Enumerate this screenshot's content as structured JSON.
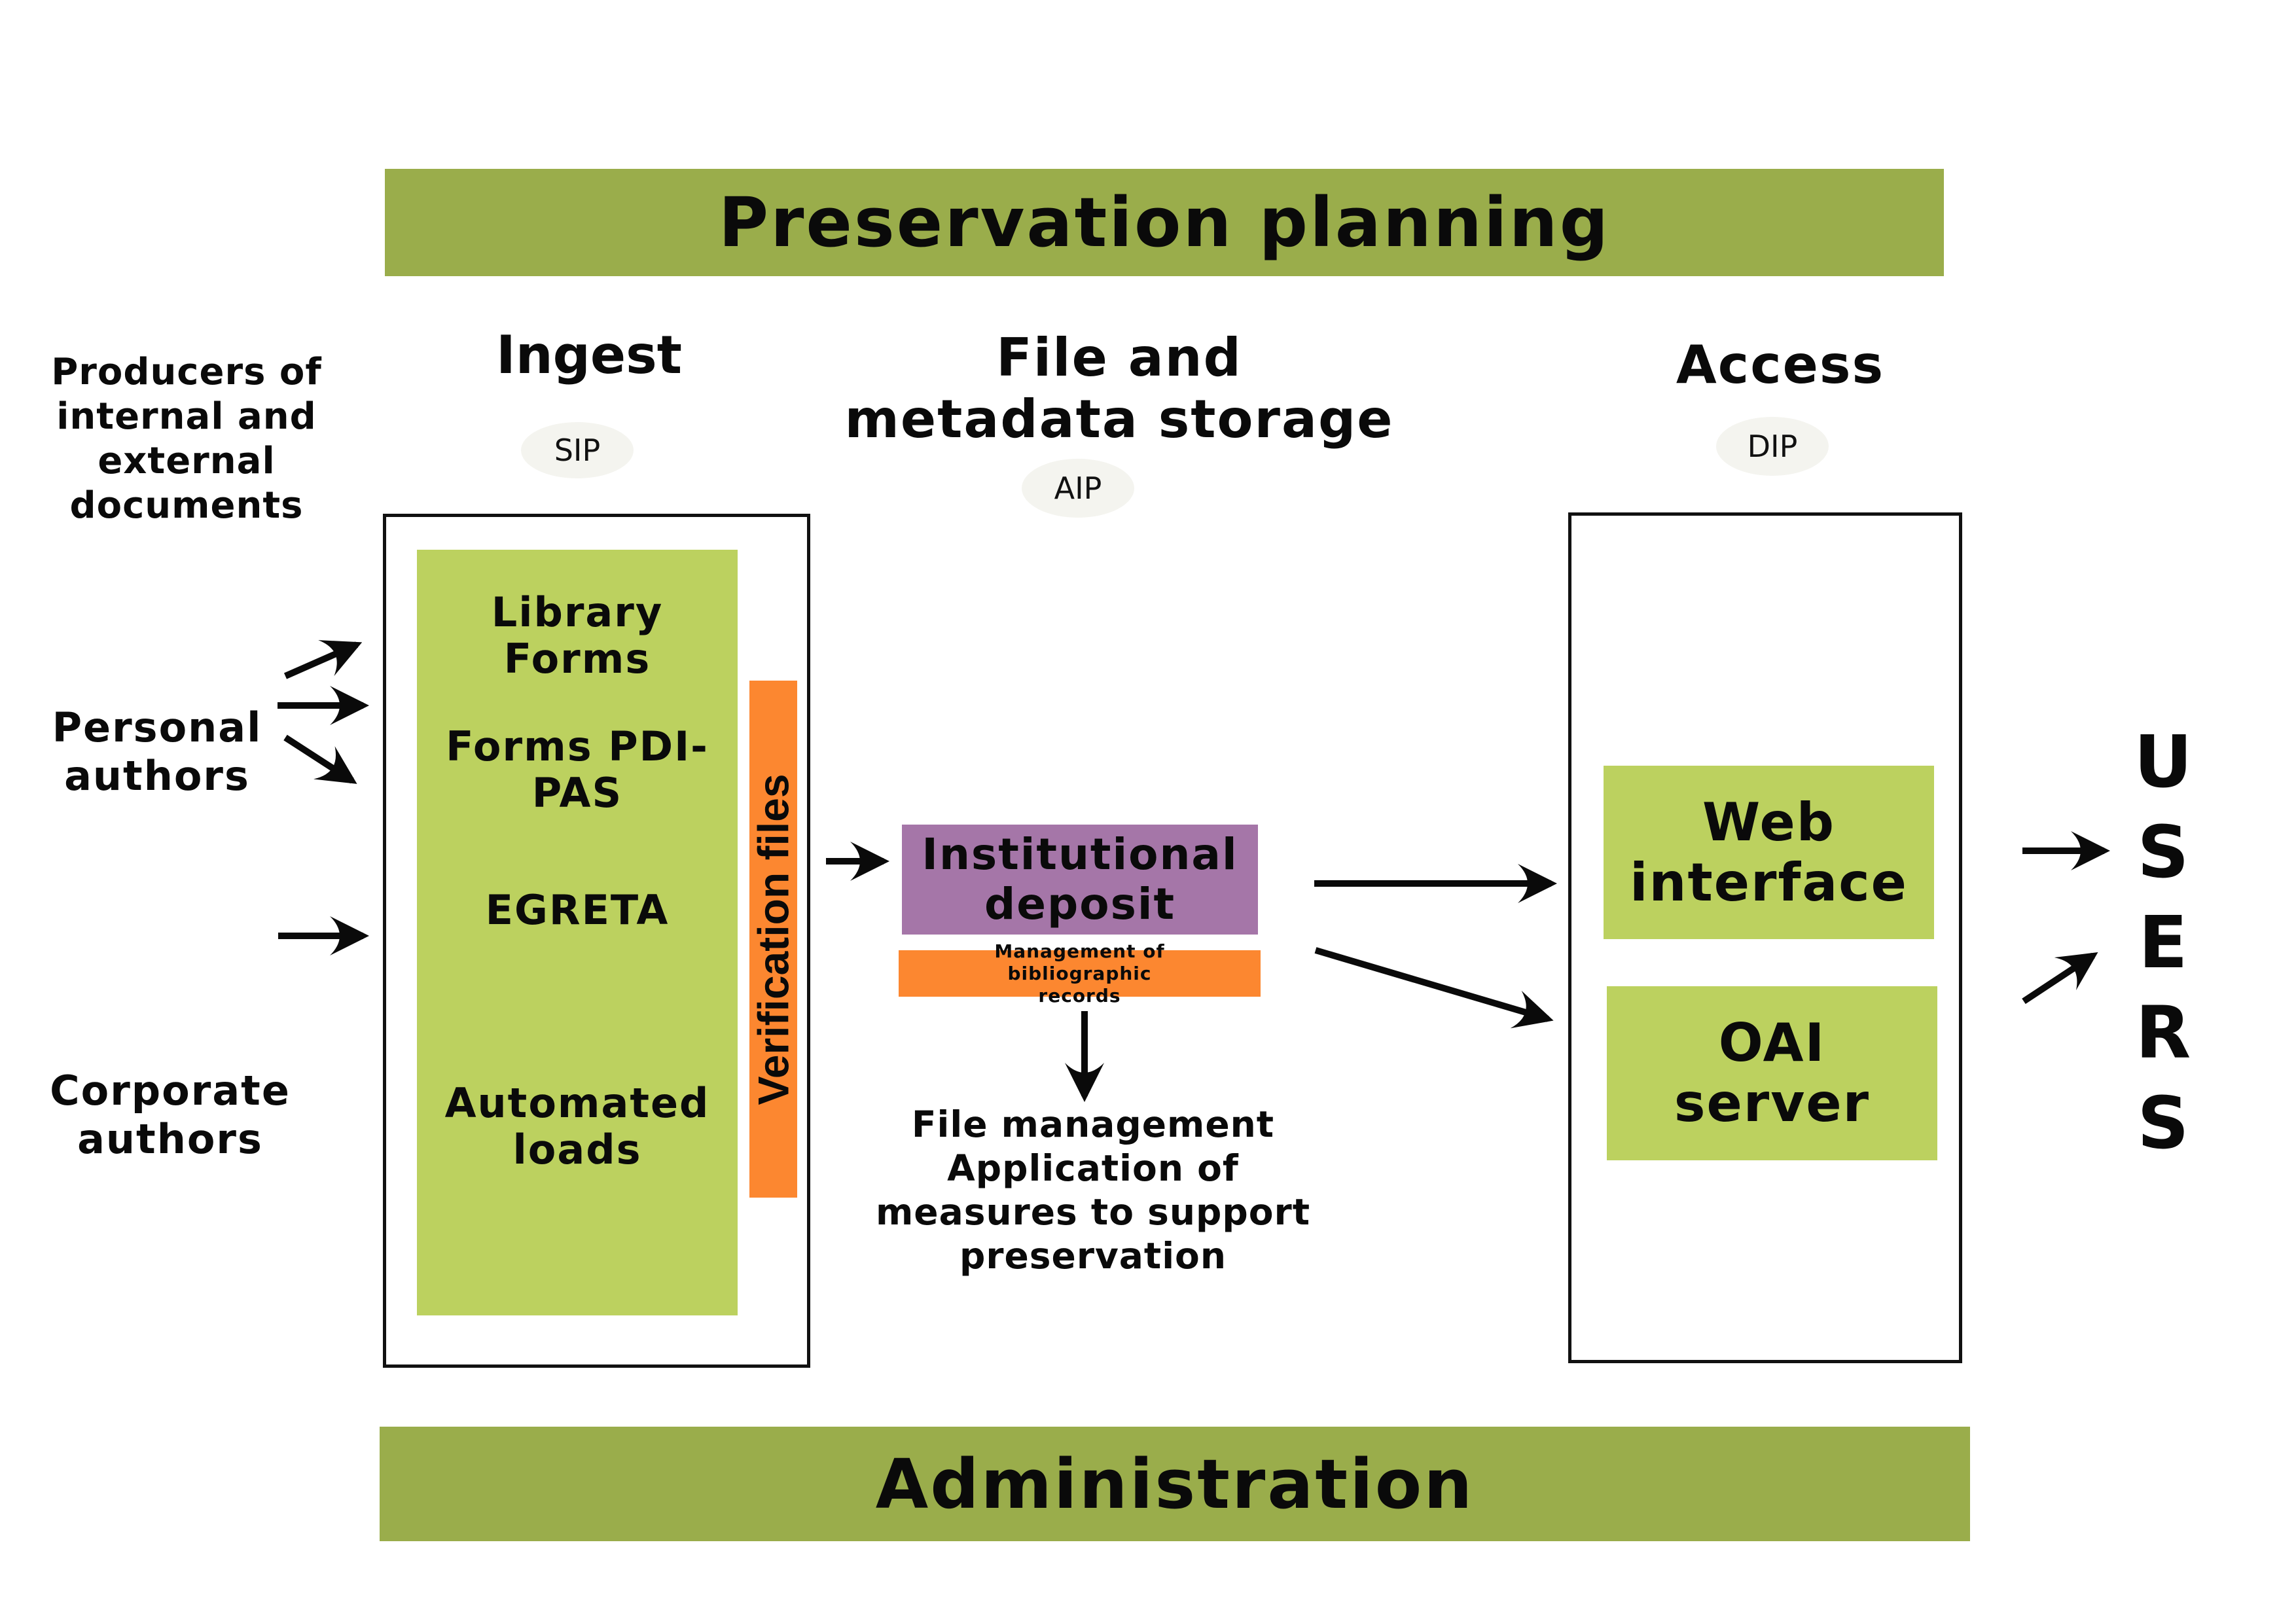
{
  "bands": {
    "top": "Preservation planning",
    "bottom": "Administration"
  },
  "producers": {
    "title": "Producers of internal and external documents",
    "personal": "Personal authors",
    "corporate": "Corporate authors"
  },
  "ingest": {
    "title": "Ingest",
    "package": "SIP",
    "items": [
      "Library Forms",
      "Forms PDI- PAS",
      "EGRETA",
      "Automated loads"
    ],
    "verification": "Verification files"
  },
  "storage": {
    "title": "File and metadata storage",
    "package": "AIP",
    "deposit": "Institutional deposit",
    "records": "Management of bibliographic records",
    "actions": [
      "File management",
      "Application of",
      "measures to support",
      "preservation"
    ]
  },
  "access": {
    "title": "Access",
    "package": "DIP",
    "web": "Web interface",
    "oai": "OAI server"
  },
  "users": [
    "U",
    "S",
    "E",
    "R",
    "S"
  ],
  "colors": {
    "band": "#9aad4b",
    "component": "#bcd15f",
    "orange": "#fc8730",
    "purple": "#a576a8",
    "pill": "#f4f4ef"
  }
}
